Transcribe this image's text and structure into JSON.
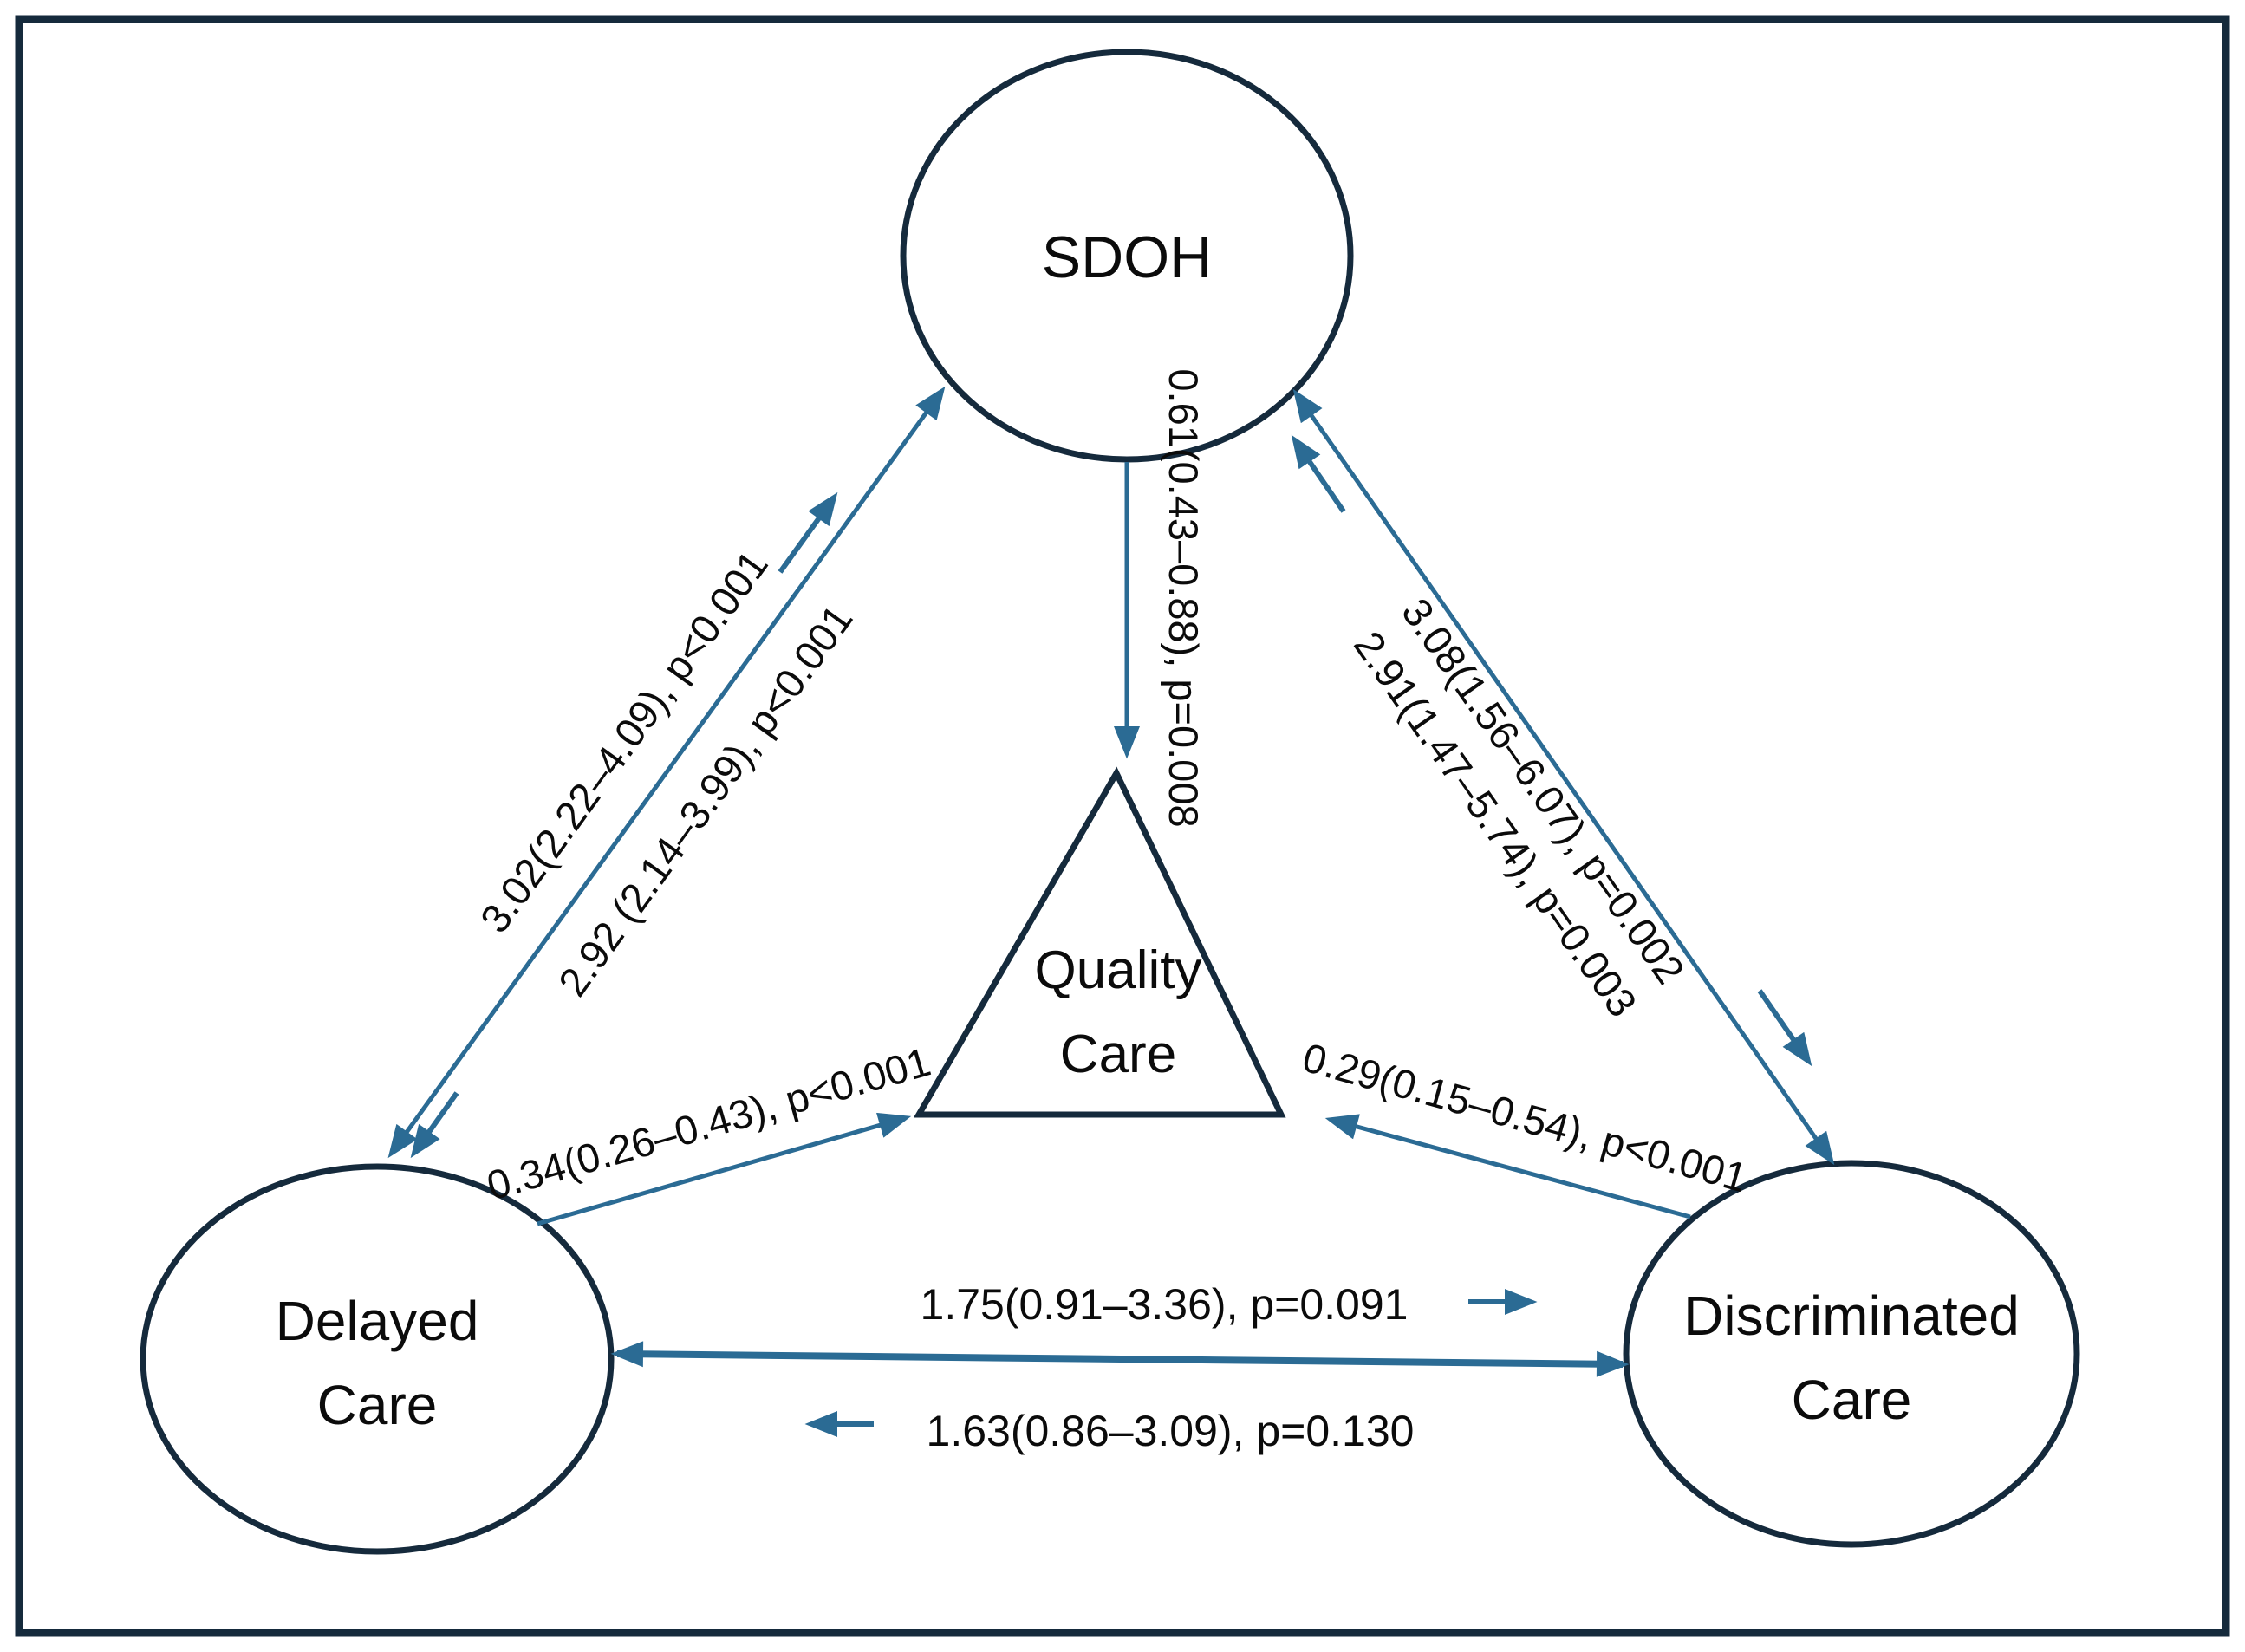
{
  "figure": {
    "type": "path-diagram",
    "background": "#ffffff",
    "border_color": "#152a3c",
    "arrow_color": "#2b6b94",
    "node_outline_color": "#152a3c",
    "text_color": "#0b0b0b"
  },
  "nodes": {
    "sdoh": {
      "label": "SDOH",
      "shape": "ellipse"
    },
    "delayed": {
      "line1": "Delayed",
      "line2": "Care",
      "shape": "ellipse"
    },
    "discriminated": {
      "line1": "Discriminated",
      "line2": "Care",
      "shape": "ellipse"
    },
    "quality": {
      "line1": "Quality",
      "line2": "Care",
      "shape": "triangle"
    }
  },
  "edges": {
    "delayed_to_sdoh": {
      "label": "3.02(2.22–4.09), p<0.001"
    },
    "sdoh_to_delayed": {
      "label": "2.92 (2.14–3.99), p<0.001"
    },
    "discriminated_to_sdoh": {
      "label": "3.08(1.56–6.07), p=0.002"
    },
    "sdoh_to_discriminated": {
      "label": "2.91(1.47–5.74), p=0.003"
    },
    "sdoh_to_quality": {
      "label": "0.61(0.43–0.88), p=0.008"
    },
    "delayed_to_quality": {
      "label": "0.34(0.26–0.43), p<0.001"
    },
    "discriminated_to_quality": {
      "label": "0.29(0.15–0.54), p<0.001"
    },
    "delayed_to_discriminated": {
      "label": "1.75(0.91–3.36), p=0.091"
    },
    "discriminated_to_delayed": {
      "label": "1.63(0.86–3.09), p=0.130"
    }
  }
}
